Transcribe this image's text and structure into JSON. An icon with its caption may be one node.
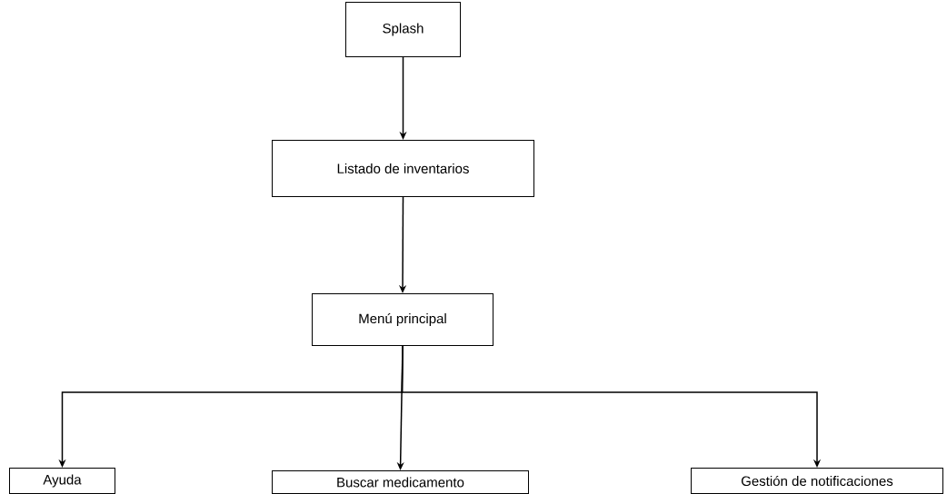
{
  "diagram": {
    "nodes": [
      {
        "text": [
          "Splash"
        ]
      },
      {
        "text": [
          "Listado de inventarios"
        ]
      },
      {
        "text": [
          "Menú principal"
        ]
      },
      {
        "text": [
          "Ayuda"
        ]
      },
      {
        "text": [
          "Buscar medicamento"
        ]
      },
      {
        "text": [
          "Gestión de notificaciones"
        ]
      }
    ],
    "edges": [
      {
        "from": 0,
        "to": 1,
        "arrow": "to"
      },
      {
        "from": 1,
        "to": 2,
        "arrow": "to"
      },
      {
        "from": 2,
        "to": 3,
        "arrow": "to"
      },
      {
        "from": 2,
        "to": 4,
        "arrow": "to"
      },
      {
        "from": 2,
        "to": 5,
        "arrow": "to"
      }
    ]
  }
}
